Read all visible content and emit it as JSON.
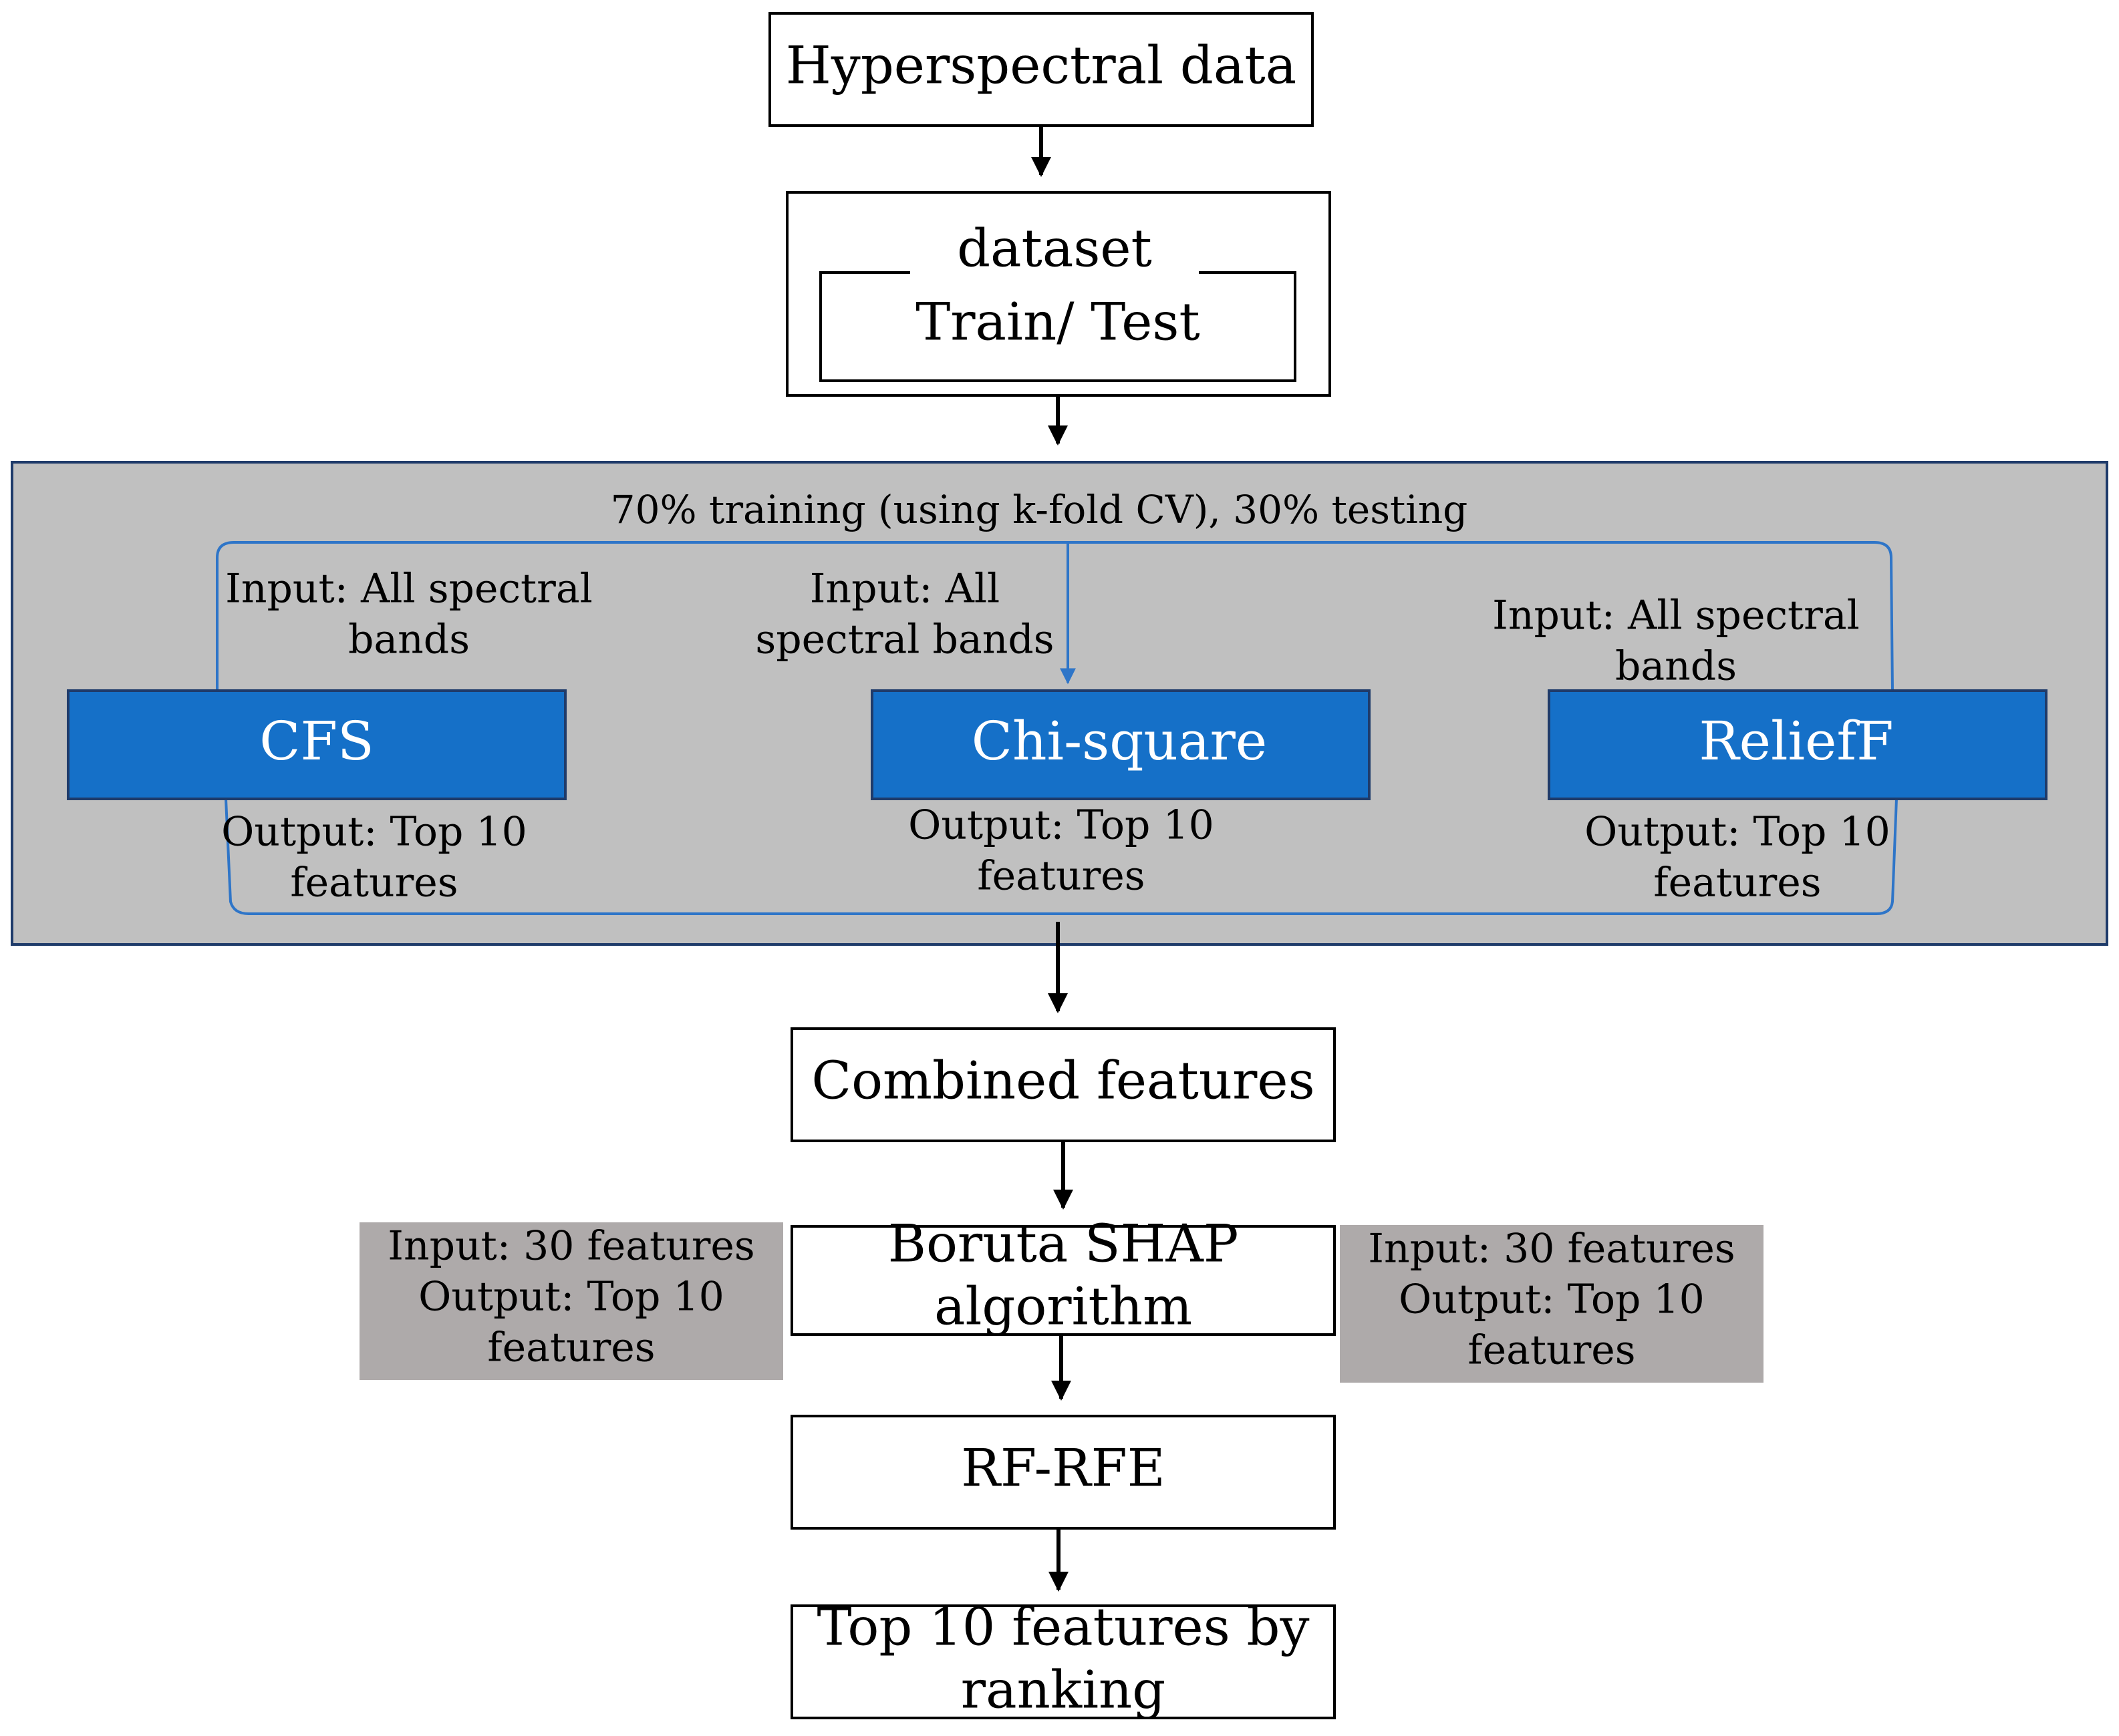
{
  "nodes": {
    "hyperspectral": {
      "label": "Hyperspectral data"
    },
    "dataset": {
      "label": "dataset",
      "inner_label": "Train/ Test"
    },
    "split": {
      "label": "70% training (using k-fold CV), 30% testing"
    },
    "cfs": {
      "label": "CFS",
      "input_lines": [
        "Input: All spectral",
        "bands"
      ],
      "output_lines": [
        "Output: Top 10",
        "features"
      ]
    },
    "chi": {
      "label": "Chi-square",
      "input_lines": [
        "Input: All",
        "spectral bands"
      ],
      "output_lines": [
        "Output: Top 10",
        "features"
      ]
    },
    "relieff": {
      "label": "ReliefF",
      "input_lines": [
        "Input: All spectral",
        "bands"
      ],
      "output_lines": [
        "Output: Top 10",
        "features"
      ]
    },
    "combined": {
      "label": "Combined features"
    },
    "boruta": {
      "label_lines": [
        "Boruta SHAP",
        "algorithm"
      ]
    },
    "boruta_note_left": {
      "lines": [
        "Input: 30 features",
        "Output: Top 10",
        "features"
      ]
    },
    "boruta_note_right": {
      "lines": [
        "Input: 30 features",
        "Output: Top 10",
        "features"
      ]
    },
    "rfrfe": {
      "label": "RF-RFE"
    },
    "top10": {
      "label_lines": [
        "Top 10 features by",
        "ranking"
      ]
    }
  },
  "colors": {
    "panel_fill": "#c0c0c0",
    "method_fill": "#1570c8",
    "method_text": "#ffffff",
    "connector_blue": "#2e75c8",
    "note_fill": "#aeaaaa",
    "stroke": "#000000"
  }
}
